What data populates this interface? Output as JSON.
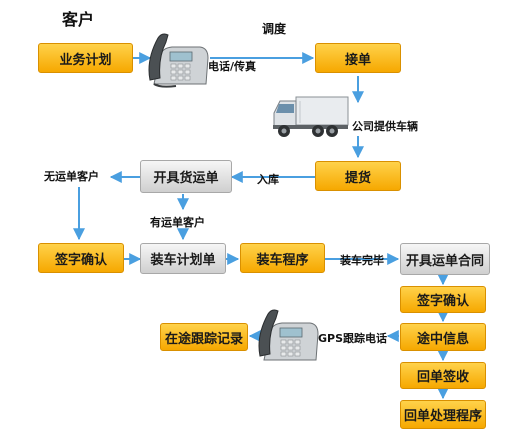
{
  "header": {
    "customer": "客户",
    "dispatch": "调度"
  },
  "nodes": {
    "business_plan": "业务计划",
    "receive_order": "接单",
    "pick_up": "提货",
    "issue_waybill": "开具货运单",
    "sign_confirm_left": "签字确认",
    "loading_plan": "装车计划单",
    "loading_procedure": "装车程序",
    "issue_contract": "开具运单合同",
    "sign_confirm_right": "签字确认",
    "in_transit_info": "途中信息",
    "return_sign": "回单签收",
    "return_process": "回单处理程序",
    "tracking_record": "在途跟踪记录"
  },
  "labels": {
    "phone_fax": "电话/传真",
    "company_truck": "公司提供车辆",
    "warehouse_in": "入库",
    "no_waybill_customer": "无运单客户",
    "has_waybill_customer": "有运单客户",
    "loading_done": "装车完毕",
    "gps_call": "GPS跟踪电话"
  },
  "icons": {
    "phone_top": "telephone-icon",
    "phone_bottom": "telephone-icon",
    "truck": "truck-icon"
  },
  "colors": {
    "arrow": "#4a9fe0",
    "orange_node": "#f6a800",
    "gray_node": "#cfcfcf"
  }
}
